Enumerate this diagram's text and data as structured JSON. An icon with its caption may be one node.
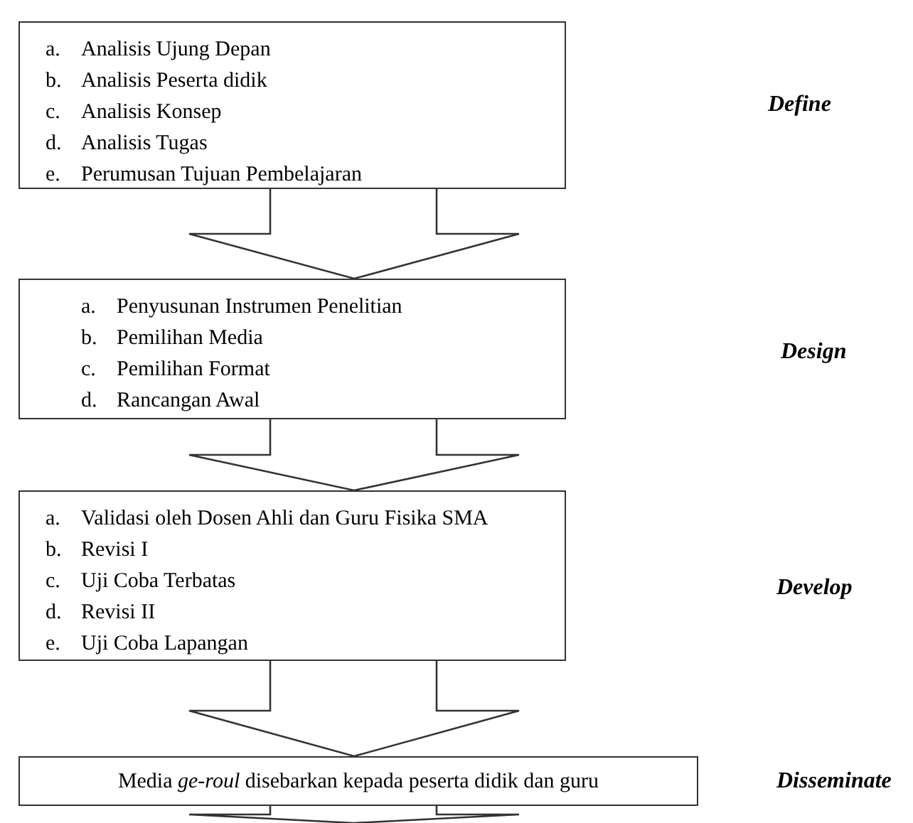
{
  "diagram": {
    "nodes": [
      {
        "text": [
          "a. Analisis Ujung Depan",
          "b. Analisis Peserta didik",
          "c. Analisis Konsep",
          "d. Analisis Tugas",
          "e. Perumusan Tujuan Pembelajaran"
        ]
      },
      {
        "text": [
          "a. Penyusunan Instrumen Penelitian",
          "b. Pemilihan Media",
          "c. Pemilihan Format",
          "d. Rancangan Awal"
        ]
      },
      {
        "text": [
          "a. Validasi oleh Dosen Ahli dan Guru Fisika SMA",
          "b. Revisi I",
          "c. Uji Coba Terbatas",
          "d. Revisi II",
          "e. Uji Coba Lapangan"
        ]
      },
      {
        "text": [
          "Media *ge-roul* disebarkan kepada peserta didik dan guru"
        ],
        "beside": [
          "Disseminate"
        ]
      }
    ],
    "edges": [
      {
        "from": 0,
        "to": 1,
        "arrow": "to"
      },
      {
        "from": 1,
        "to": 2,
        "arrow": "to"
      },
      {
        "from": 2,
        "to": 3,
        "arrow": "to"
      },
      {
        "from": 3,
        "to": null,
        "arrow": "to"
      }
    ],
    "labels": [
      "Define",
      "Design",
      "Develop"
    ]
  }
}
